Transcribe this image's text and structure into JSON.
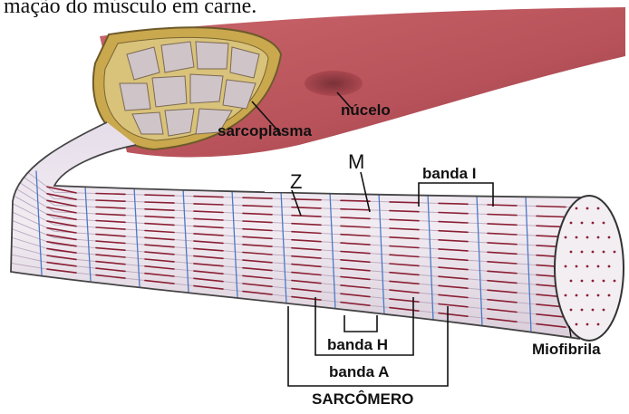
{
  "caption": "mação do músculo em carne.",
  "labels": {
    "nucleus": "núcelo",
    "sarcoplasm": "sarcoplasma",
    "m_line": "M",
    "z_line": "Z",
    "i_band": "banda I",
    "h_band": "banda H",
    "a_band": "banda A",
    "sarcomere": "SARCÔMERO",
    "myofibril": "Miofibrila"
  },
  "colors": {
    "muscle": "#b8525a",
    "muscle_dark": "#8e3a42",
    "fiber_end": "#c9a84e",
    "myofibril_base": "#ece3ea",
    "z_line": "#4a78c8",
    "myosin": "#8a1f33"
  }
}
